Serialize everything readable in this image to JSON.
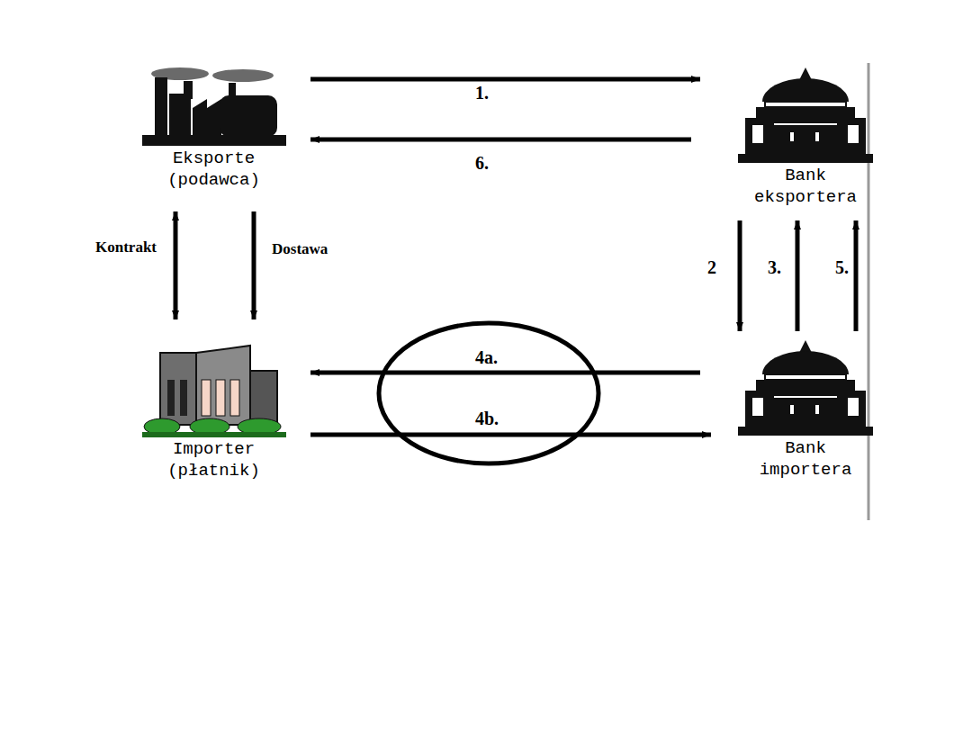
{
  "diagram": {
    "nodes": [
      {
        "text": [
          "Eksporte (podawca)"
        ]
      },
      {
        "text": [
          "Bank eksportera"
        ]
      },
      {
        "text": [
          "Importer (płatnik)"
        ]
      },
      {
        "text": [
          "Bank importera"
        ]
      }
    ],
    "edges": [
      {
        "from": 0,
        "to": 1,
        "label": "1.",
        "arrow": "to"
      },
      {
        "from": 1,
        "to": 0,
        "label": "6.",
        "arrow": "to"
      },
      {
        "from": 0,
        "to": 2,
        "label": "Kontrakt",
        "arrow": "both"
      },
      {
        "from": 0,
        "to": 2,
        "label": "Dostawa",
        "arrow": "to"
      },
      {
        "from": 1,
        "to": 3,
        "label": "2",
        "arrow": "to"
      },
      {
        "from": 3,
        "to": 1,
        "label": "3.",
        "arrow": "to"
      },
      {
        "from": 3,
        "to": 1,
        "label": "5.",
        "arrow": "to"
      },
      {
        "from": 3,
        "to": 2,
        "label": "4a.",
        "arrow": "to"
      },
      {
        "from": 2,
        "to": 3,
        "label": "4b.",
        "arrow": "to"
      }
    ]
  }
}
